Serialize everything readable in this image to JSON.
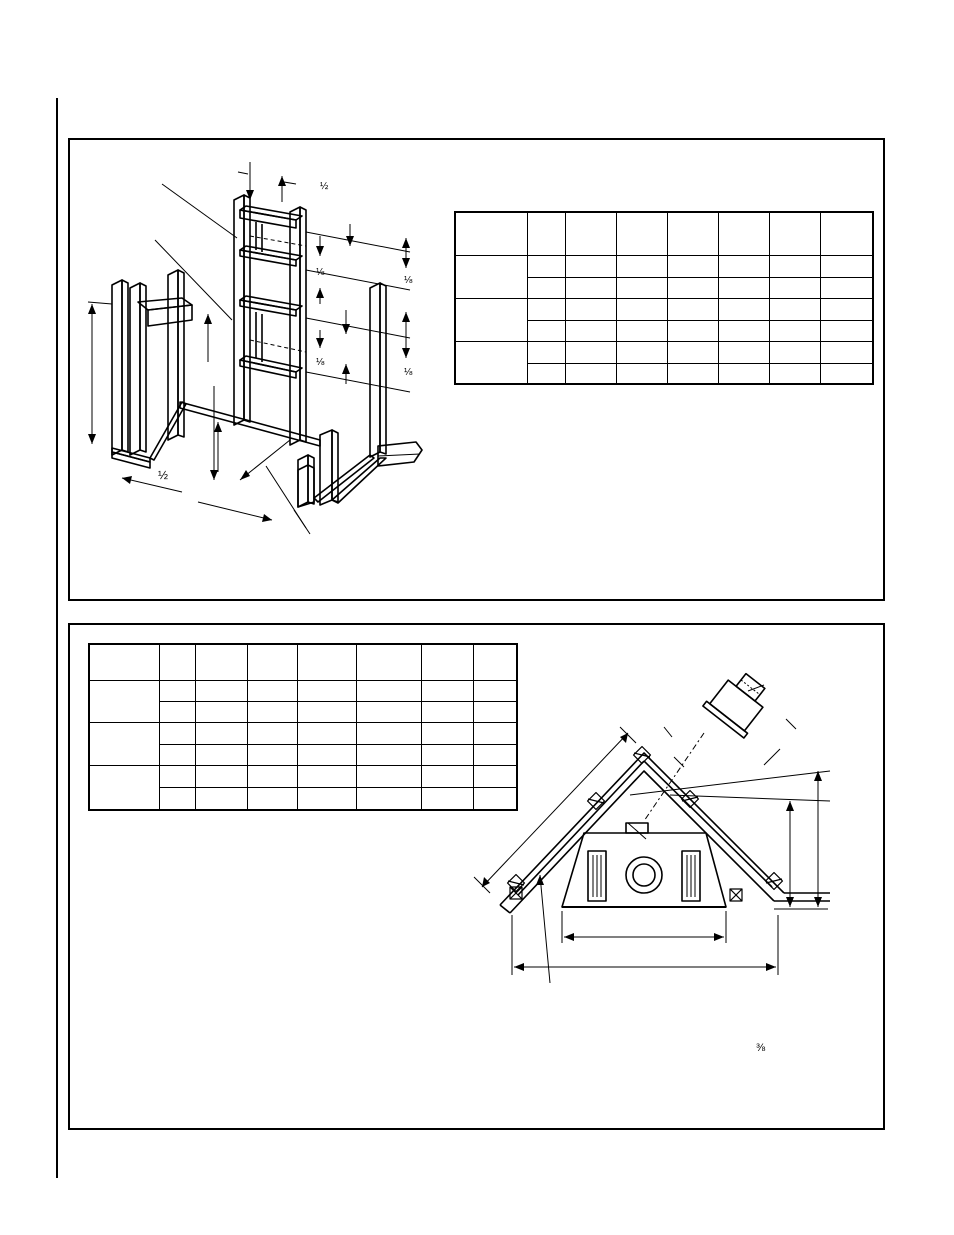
{
  "framing_view": {
    "labels": {
      "top_width": "½",
      "depth_a": "⅛",
      "depth_b": "⅛",
      "depth_c": "⅛",
      "depth_d": "⅛",
      "base_width": "½"
    }
  },
  "upper_table": {
    "rows": 7,
    "cols": 8
  },
  "lower_table": {
    "rows": 7,
    "cols": 8
  },
  "corner_view": {
    "labels": {
      "note_fraction": "⅜"
    }
  }
}
